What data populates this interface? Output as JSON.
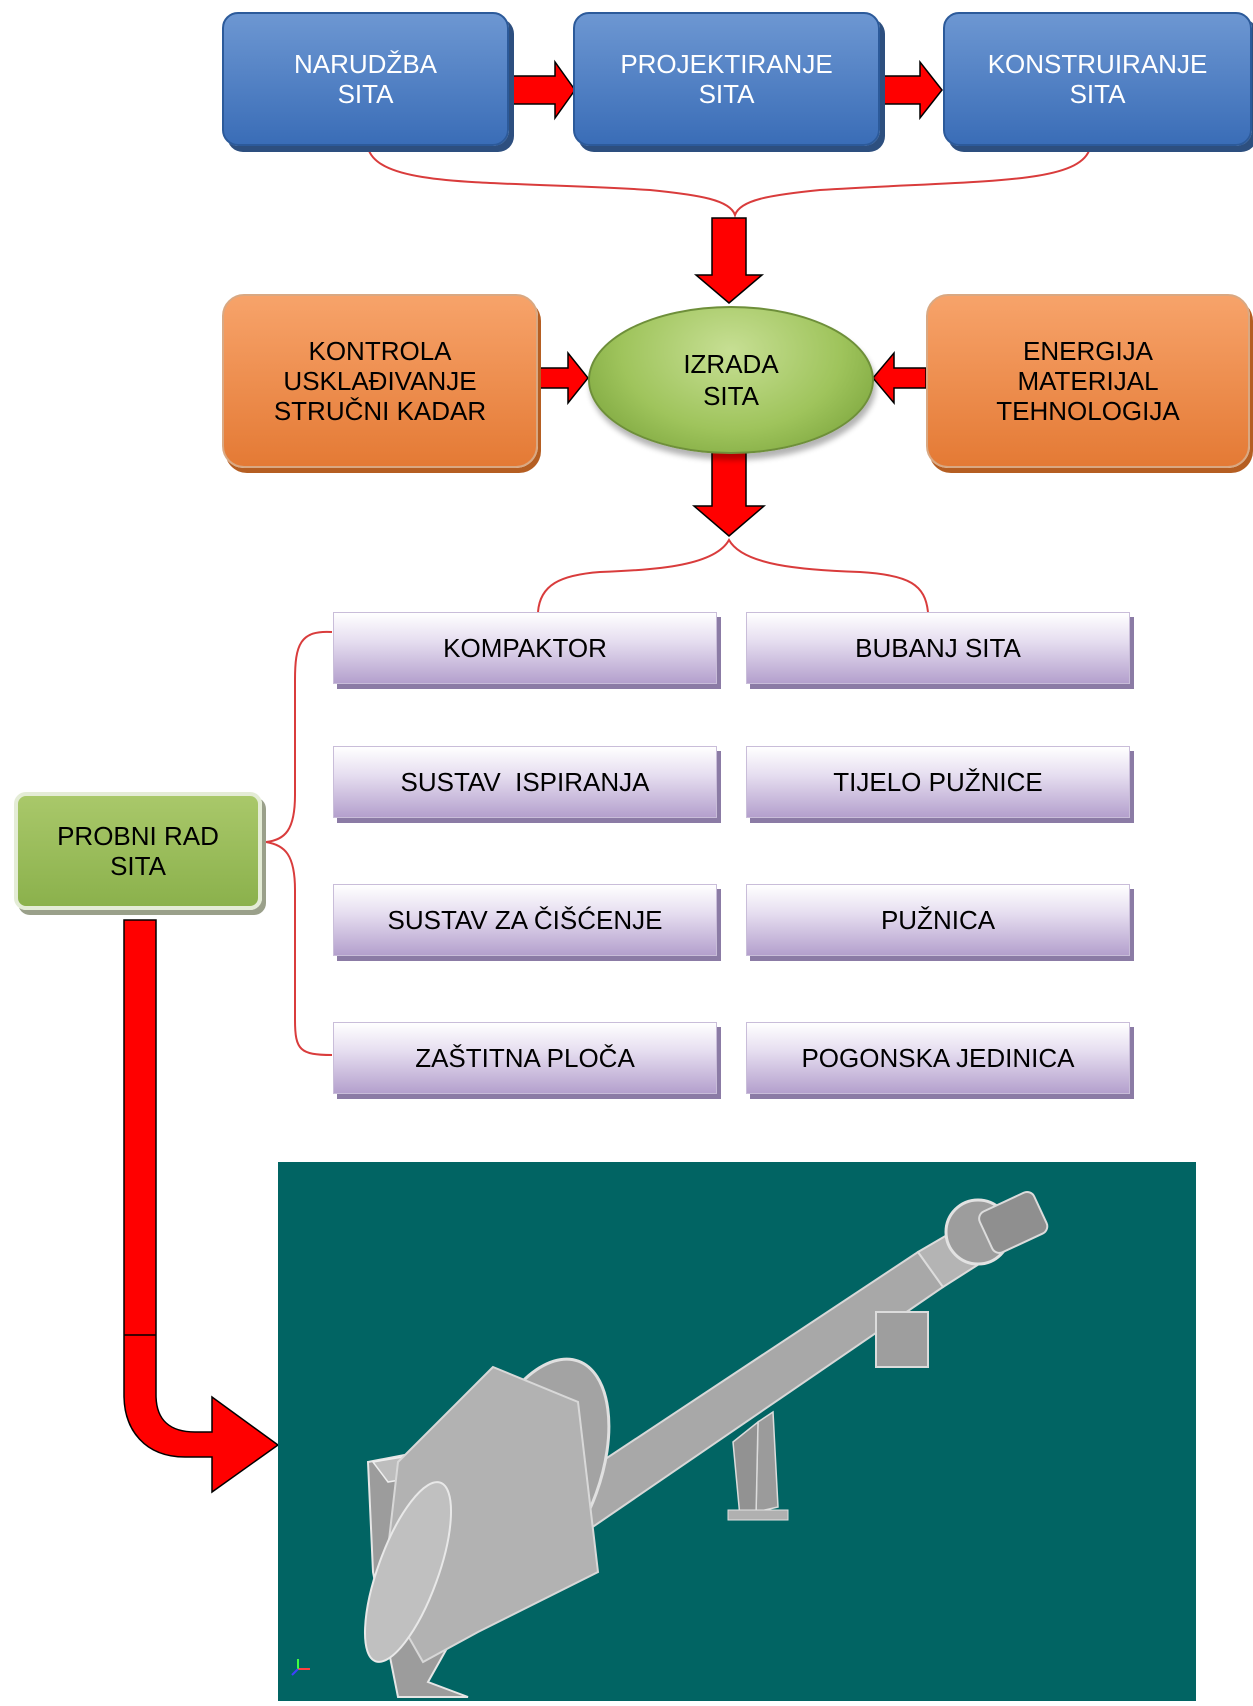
{
  "top_row": [
    {
      "line1": "NARUDŽBA",
      "line2": "SITA"
    },
    {
      "line1": "PROJEKTIRANJE",
      "line2": "SITA"
    },
    {
      "line1": "KONSTRUIRANJE",
      "line2": "SITA"
    }
  ],
  "center": {
    "line1": "IZRADA",
    "line2": "SITA"
  },
  "left_input": {
    "line1": "KONTROLA",
    "line2": "USKLAĐIVANJE",
    "line3": "STRUČNI KADAR"
  },
  "right_input": {
    "line1": "ENERGIJA",
    "line2": "MATERIJAL",
    "line3": "TEHNOLOGIJA"
  },
  "components_left": [
    "KOMPAKTOR",
    "SUSTAV  ISPIRANJA",
    "SUSTAV ZA ČIŠĆENJE",
    "ZAŠTITNA PLOČA"
  ],
  "components_right": [
    "BUBANJ SITA",
    "TIJELO PUŽNICE",
    "PUŽNICA",
    "POGONSKA JEDINICA"
  ],
  "trial": {
    "line1": "PROBNI RAD",
    "line2": "SITA"
  },
  "colors": {
    "arrow": "#ff0000",
    "connector": "#d93c3c",
    "render_background": "#016463",
    "machine": "#b9b9b9"
  }
}
